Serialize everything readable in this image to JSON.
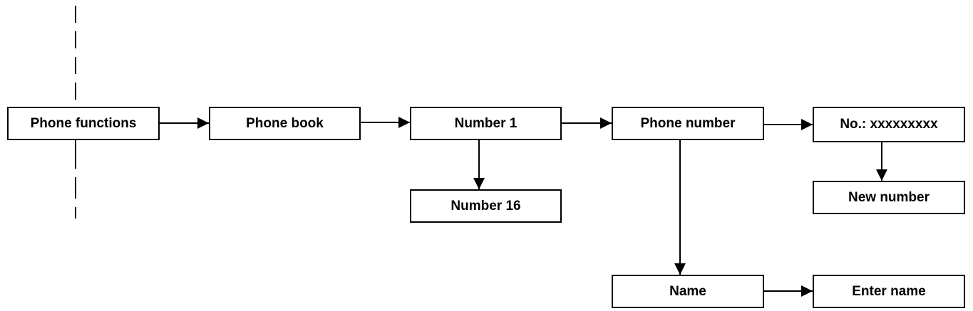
{
  "nodes": {
    "phone_functions": "Phone functions",
    "phone_book": "Phone book",
    "number_1": "Number 1",
    "phone_number": "Phone number",
    "no_field": "No.: xxxxxxxxx",
    "number_16": "Number 16",
    "new_number": "New number",
    "name": "Name",
    "enter_name": "Enter name"
  },
  "edges": [
    {
      "from": "phone_functions",
      "to": "phone_book"
    },
    {
      "from": "phone_book",
      "to": "number_1"
    },
    {
      "from": "number_1",
      "to": "phone_number"
    },
    {
      "from": "phone_number",
      "to": "no_field"
    },
    {
      "from": "number_1",
      "to": "number_16"
    },
    {
      "from": "no_field",
      "to": "new_number"
    },
    {
      "from": "phone_number",
      "to": "name"
    },
    {
      "from": "name",
      "to": "enter_name"
    }
  ],
  "colors": {
    "line": "#000000",
    "box_border": "#000000",
    "background": "#ffffff"
  }
}
